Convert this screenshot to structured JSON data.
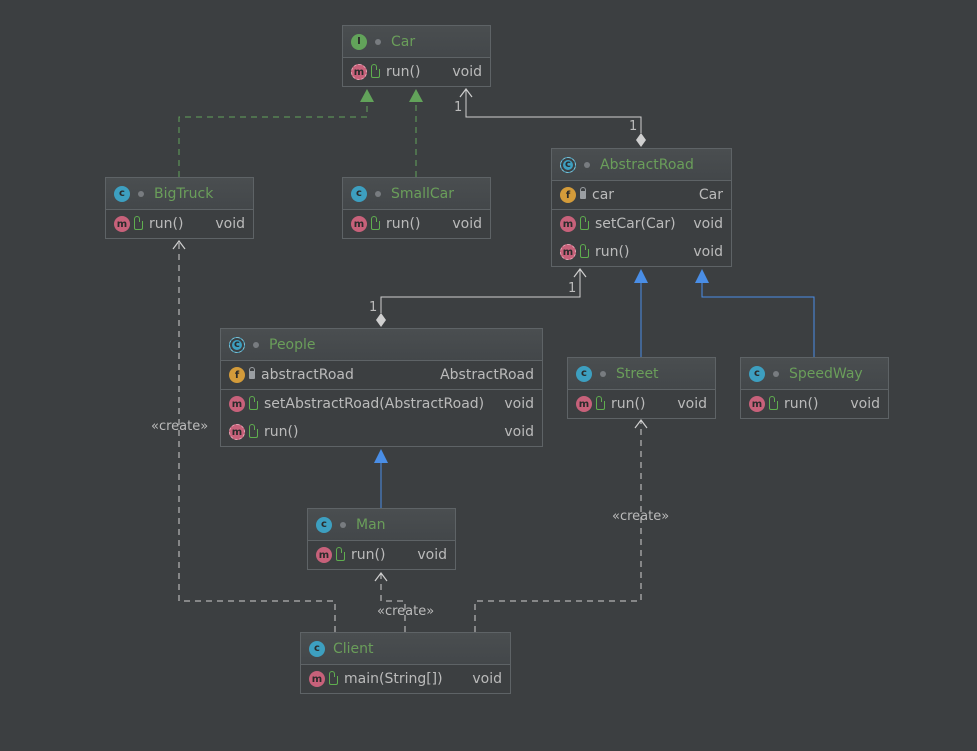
{
  "colors": {
    "background": "#3c3f41",
    "border": "#5e6366",
    "title": "#6a9e5a",
    "text": "#bbbbbb",
    "realization": "#62a35a",
    "generalization": "#4a8ee6",
    "association": "#cfcfcf",
    "dependency": "#cfcfcf"
  },
  "nodes": {
    "car": {
      "title": "Car",
      "kind_icon": "I",
      "members": [
        {
          "icon": "m",
          "name": "run()",
          "type": "void"
        }
      ]
    },
    "bigtruck": {
      "title": "BigTruck",
      "kind_icon": "c",
      "members": [
        {
          "icon": "m",
          "name": "run()",
          "type": "void"
        }
      ]
    },
    "smallcar": {
      "title": "SmallCar",
      "kind_icon": "c",
      "members": [
        {
          "icon": "m",
          "name": "run()",
          "type": "void"
        }
      ]
    },
    "abstractroad": {
      "title": "AbstractRoad",
      "kind_icon": "c",
      "fields": [
        {
          "icon": "f",
          "name": "car",
          "type": "Car"
        }
      ],
      "members": [
        {
          "icon": "m",
          "name": "setCar(Car)",
          "type": "void"
        },
        {
          "icon": "m",
          "name": "run()",
          "type": "void"
        }
      ]
    },
    "people": {
      "title": "People",
      "kind_icon": "c",
      "fields": [
        {
          "icon": "f",
          "name": "abstractRoad",
          "type": "AbstractRoad"
        }
      ],
      "members": [
        {
          "icon": "m",
          "name": "setAbstractRoad(AbstractRoad)",
          "type": "void"
        },
        {
          "icon": "m",
          "name": "run()",
          "type": "void"
        }
      ]
    },
    "street": {
      "title": "Street",
      "kind_icon": "c",
      "members": [
        {
          "icon": "m",
          "name": "run()",
          "type": "void"
        }
      ]
    },
    "speedway": {
      "title": "SpeedWay",
      "kind_icon": "c",
      "members": [
        {
          "icon": "m",
          "name": "run()",
          "type": "void"
        }
      ]
    },
    "man": {
      "title": "Man",
      "kind_icon": "c",
      "members": [
        {
          "icon": "m",
          "name": "run()",
          "type": "void"
        }
      ]
    },
    "client": {
      "title": "Client",
      "kind_icon": "c",
      "members": [
        {
          "icon": "m",
          "name": "main(String[])",
          "type": "void"
        }
      ]
    }
  },
  "edge_labels": {
    "multiplicity_one": "1",
    "create": "«create»"
  }
}
